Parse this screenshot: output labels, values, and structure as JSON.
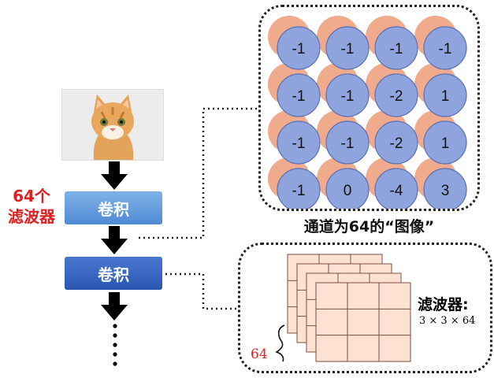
{
  "left_column": {
    "conv_label": "卷积",
    "filters_count_label": "64个",
    "filters_word": "滤波器",
    "ellipsis": "⋮"
  },
  "feature_map": {
    "caption": "通道为64的“图像”",
    "grid": [
      [
        "-1",
        "-1",
        "-1",
        "-1"
      ],
      [
        "-1",
        "-1",
        "-2",
        "1"
      ],
      [
        "-1",
        "-1",
        "-2",
        "1"
      ],
      [
        "-1",
        "0",
        "-4",
        "3"
      ]
    ],
    "colors": {
      "front": "#8fa3dd",
      "back": "#efab8c",
      "front_stroke": "#5a6fb8"
    }
  },
  "filter_box": {
    "title": "滤波器:",
    "dims": "3 × 3 × 64",
    "count": "64",
    "colors": {
      "cell_fill": "#fde2d3",
      "cell_stroke": "#7a5040"
    }
  },
  "colors": {
    "arrow": "#000000",
    "accent_red": "#e02020"
  }
}
